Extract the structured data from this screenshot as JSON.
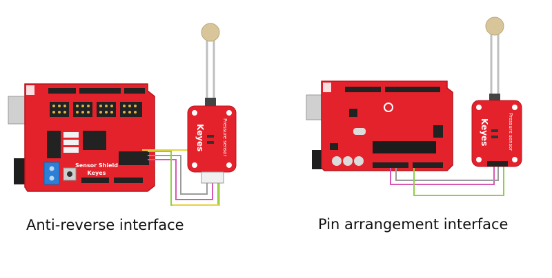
{
  "captions": {
    "left": "Anti-reverse interface",
    "right": "Pin arrangement interface"
  },
  "left_board": {
    "shield_label_1": "Sensor Shield",
    "shield_label_2": "Keyes"
  },
  "module_text": {
    "brand": "Keyes",
    "name": "Pressure sensor"
  },
  "colors": {
    "board": "#e3222b",
    "board_dark": "#b8141c",
    "wire_yellow": "#e8d23a",
    "wire_pink": "#d957b4",
    "wire_grey": "#9a9a9a",
    "wire_green": "#8fce4a",
    "sensor_disc": "#d8c69a"
  }
}
